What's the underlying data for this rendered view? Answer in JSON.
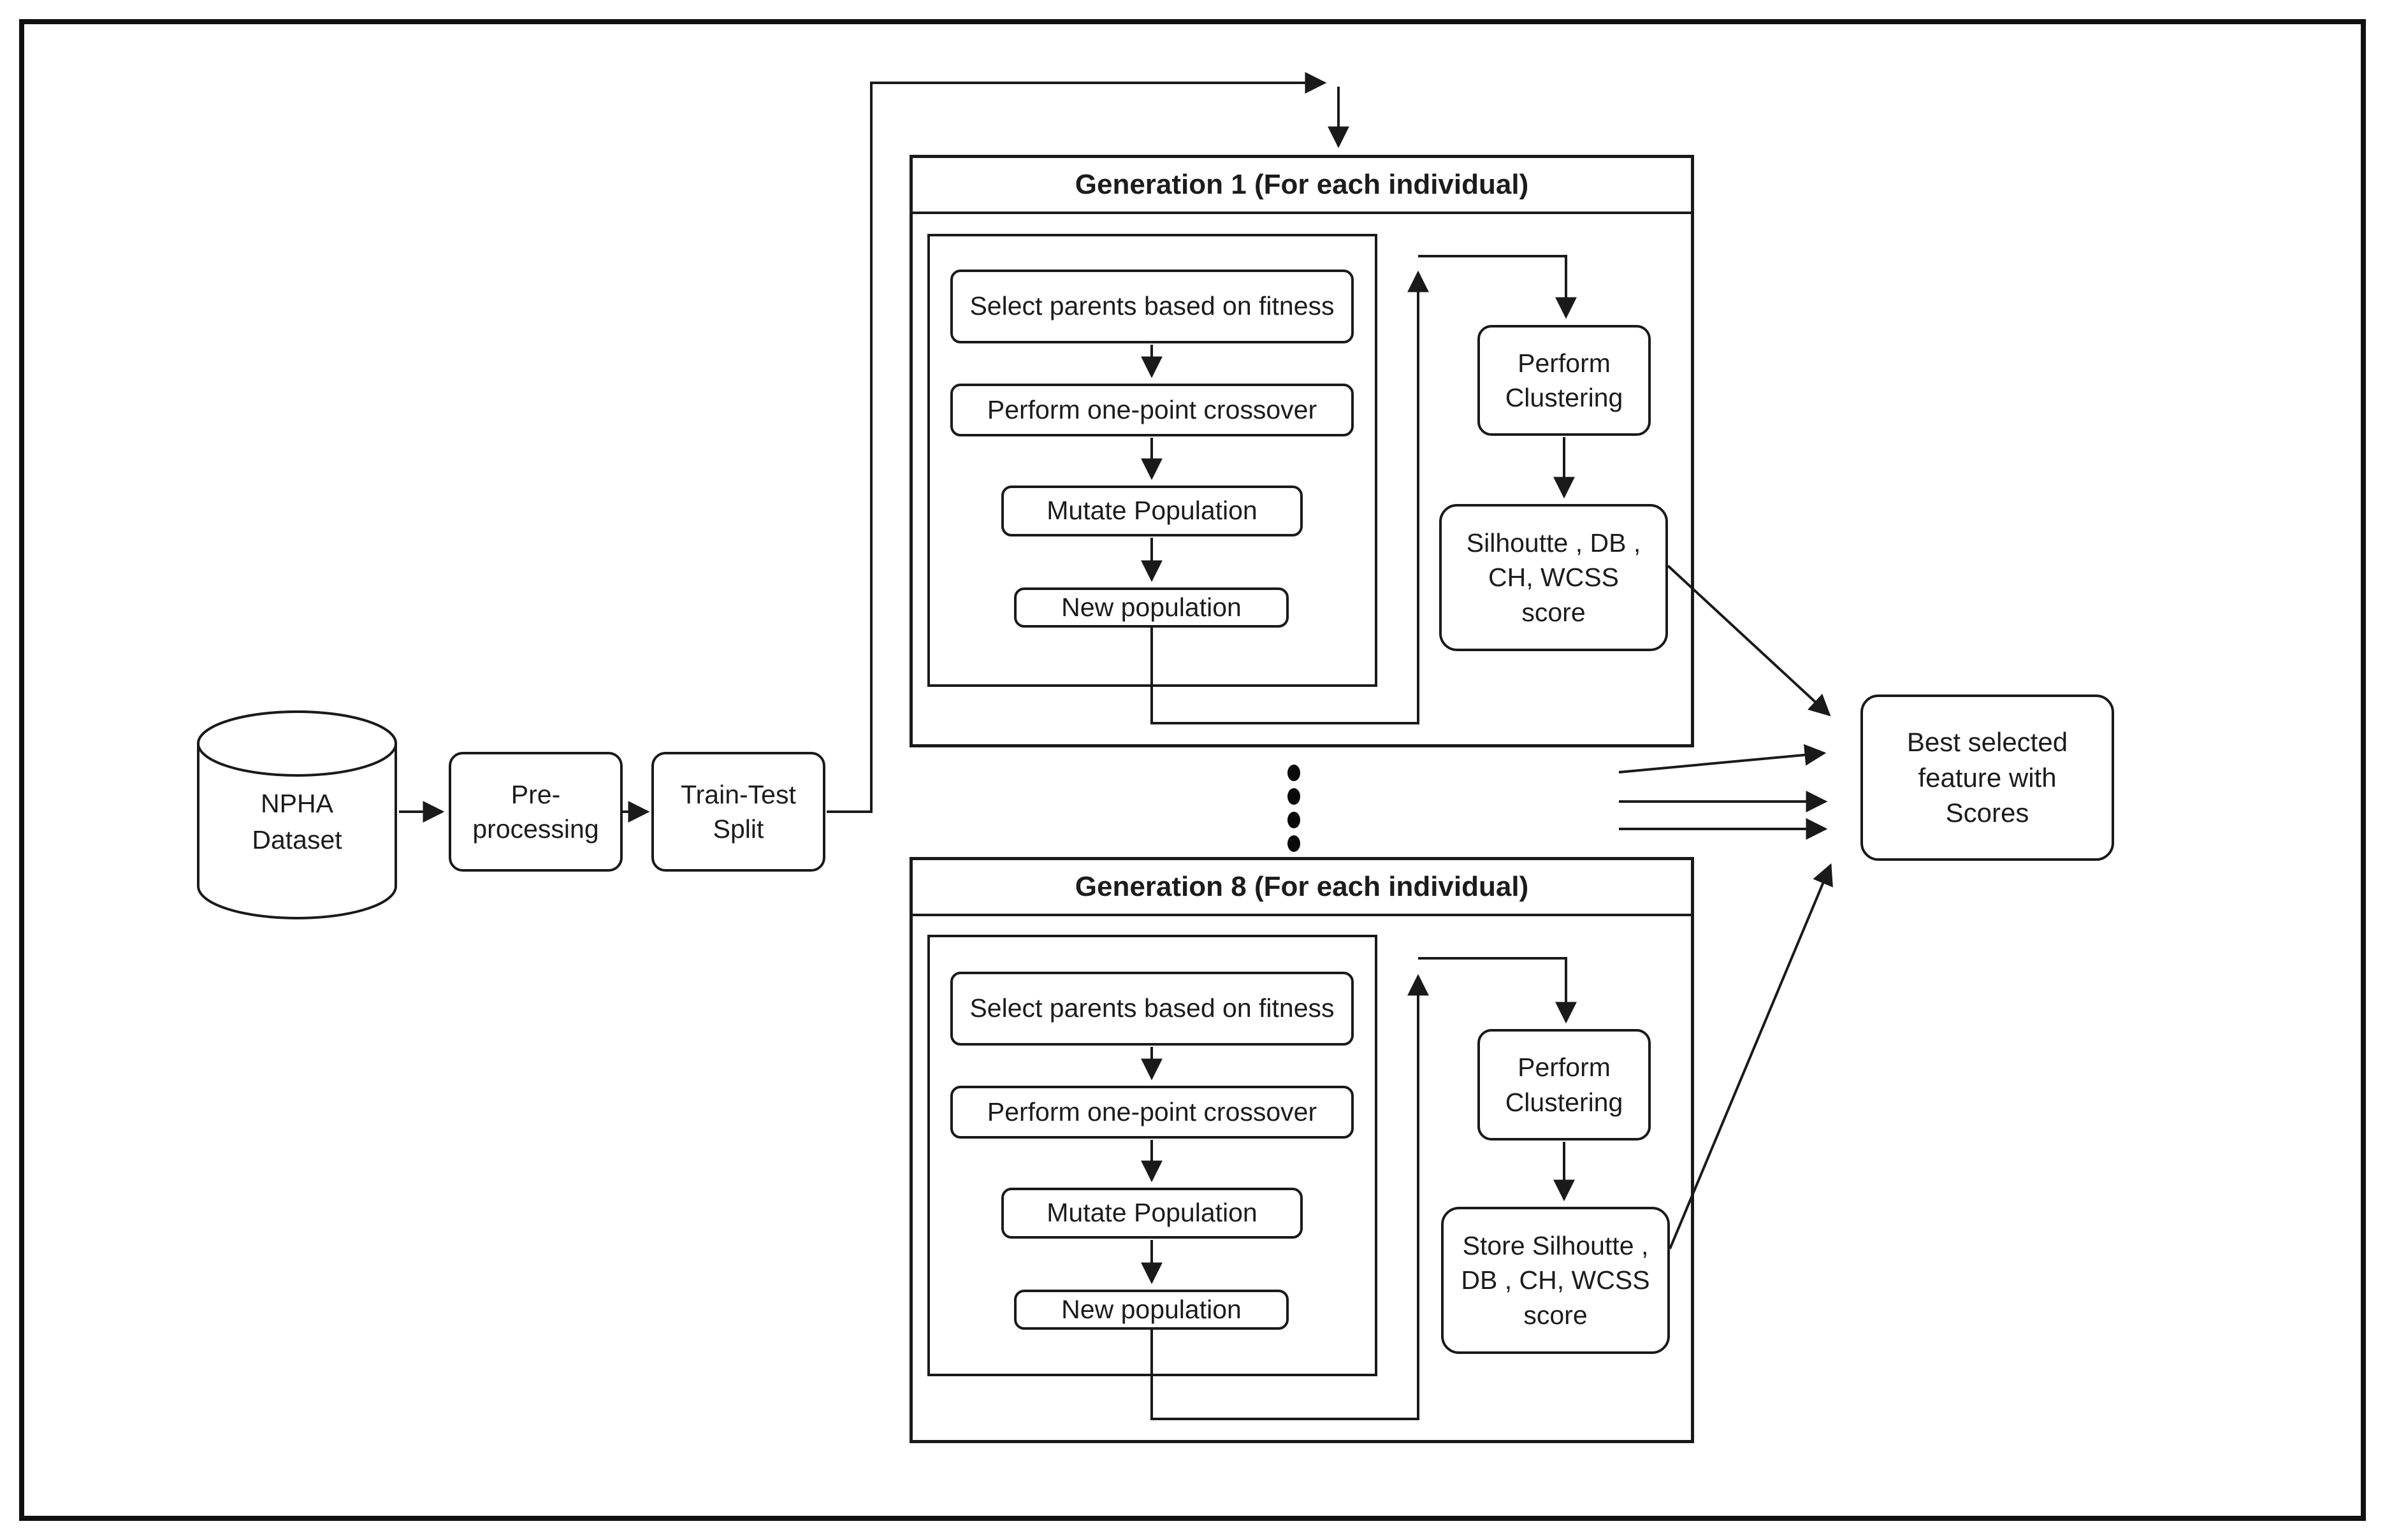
{
  "colors": {
    "ink": "#1a1a1a",
    "background": "#ffffff"
  },
  "pipeline": {
    "dataset_lines": [
      "NPHA",
      "Dataset"
    ],
    "preprocessing_lines": [
      "Pre-",
      "processing"
    ],
    "train_test_lines": [
      "Train-Test",
      "Split"
    ]
  },
  "generations": [
    {
      "title": "Generation 1 (For each individual)",
      "steps": [
        "Select parents based on fitness",
        "Perform one-point crossover",
        "Mutate Population",
        "New population"
      ],
      "clustering_lines": [
        "Perform",
        "Clustering"
      ],
      "score_lines": [
        "Silhoutte , DB ,",
        "CH, WCSS",
        "score"
      ]
    },
    {
      "title": "Generation 8 (For each individual)",
      "steps": [
        "Select parents based on fitness",
        "Perform one-point crossover",
        "Mutate Population",
        "New population"
      ],
      "clustering_lines": [
        "Perform",
        "Clustering"
      ],
      "score_lines": [
        "Store Silhoutte ,",
        "DB , CH, WCSS",
        "score"
      ]
    }
  ],
  "output_lines": [
    "Best selected",
    "feature with",
    "Scores"
  ]
}
